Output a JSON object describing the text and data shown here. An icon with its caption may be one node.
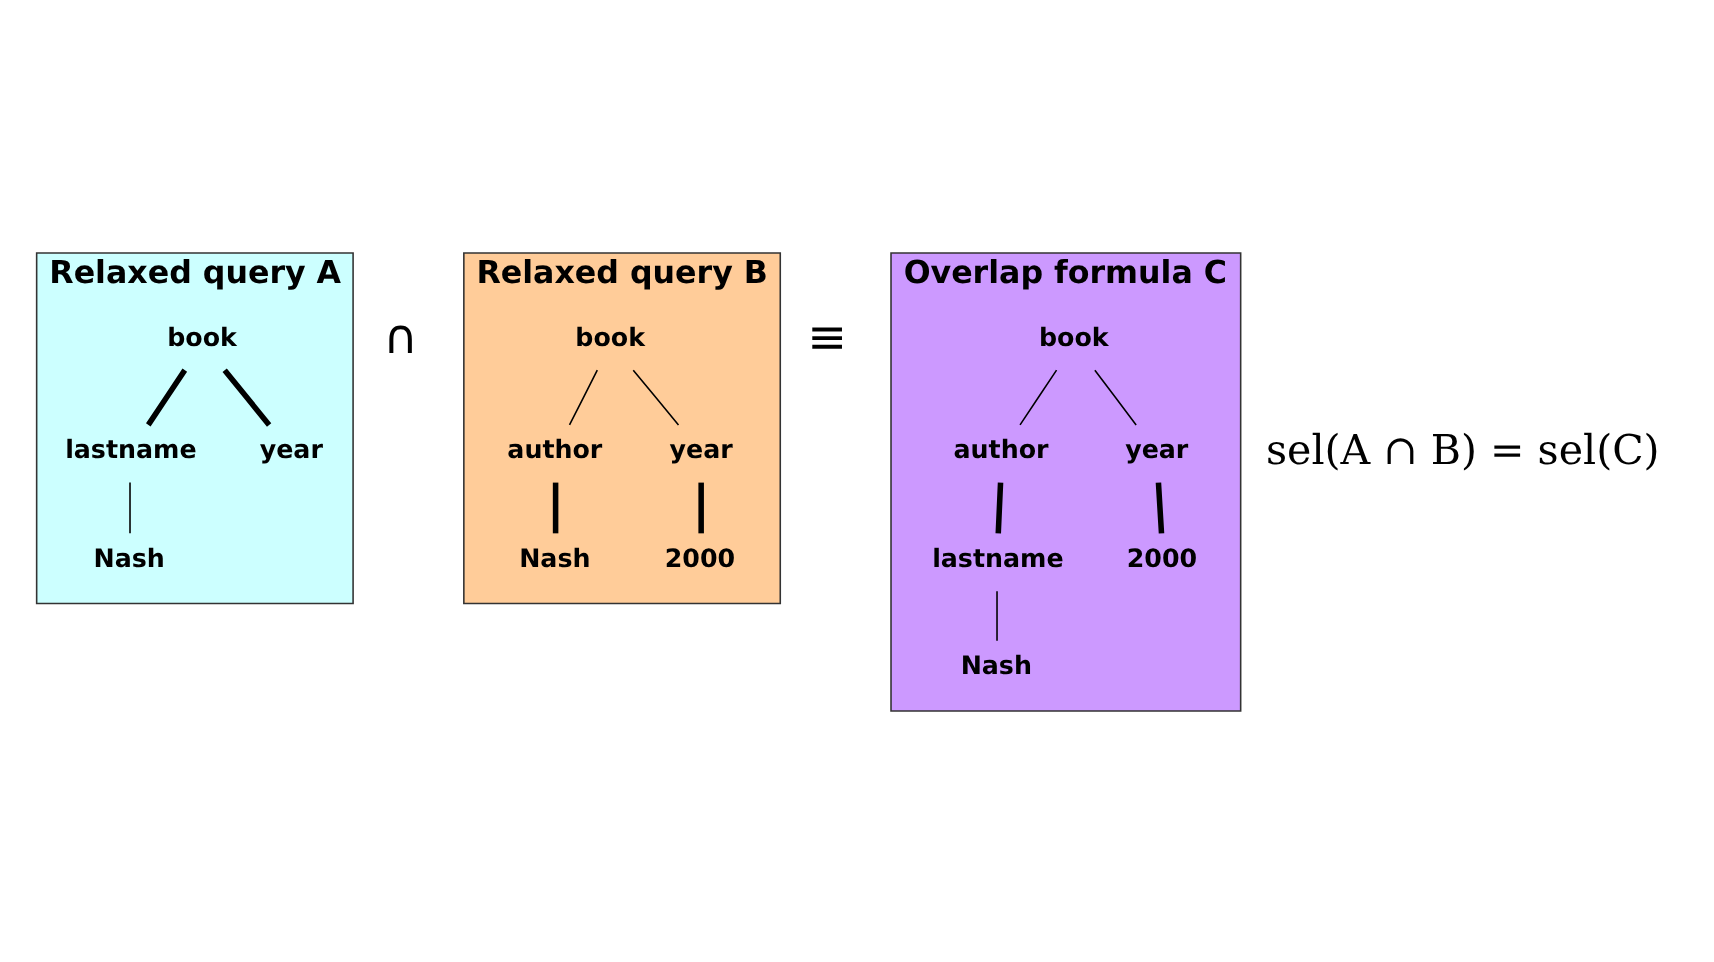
{
  "diagram": {
    "nodes": [
      {
        "text": [
          "Relaxed query A"
        ]
      },
      {
        "text": [
          "book"
        ],
        "in": 0
      },
      {
        "text": [
          "lastname"
        ],
        "in": 0
      },
      {
        "text": [
          "year"
        ],
        "in": 0
      },
      {
        "text": [
          "Nash"
        ],
        "in": 0
      },
      {
        "text": [
          "Relaxed query B"
        ]
      },
      {
        "text": [
          "book"
        ],
        "in": 5
      },
      {
        "text": [
          "author"
        ],
        "in": 5
      },
      {
        "text": [
          "year"
        ],
        "in": 5
      },
      {
        "text": [
          "Nash"
        ],
        "in": 5
      },
      {
        "text": [
          "2000"
        ],
        "in": 5
      },
      {
        "text": [
          "Overlap formula C"
        ]
      },
      {
        "text": [
          "book"
        ],
        "in": 11
      },
      {
        "text": [
          "author"
        ],
        "in": 11
      },
      {
        "text": [
          "year"
        ],
        "in": 11
      },
      {
        "text": [
          "lastname"
        ],
        "in": 11
      },
      {
        "text": [
          "2000"
        ],
        "in": 11
      },
      {
        "text": [
          "Nash"
        ],
        "in": 11
      }
    ],
    "edges": [
      {
        "from": 1,
        "to": 2,
        "arrow": "none",
        "style": "thick"
      },
      {
        "from": 1,
        "to": 3,
        "arrow": "none",
        "style": "thick"
      },
      {
        "from": 2,
        "to": 4,
        "arrow": "none"
      },
      {
        "from": 6,
        "to": 7,
        "arrow": "none"
      },
      {
        "from": 6,
        "to": 8,
        "arrow": "none"
      },
      {
        "from": 7,
        "to": 9,
        "arrow": "none",
        "style": "thick"
      },
      {
        "from": 8,
        "to": 10,
        "arrow": "none",
        "style": "thick"
      },
      {
        "from": 12,
        "to": 13,
        "arrow": "none"
      },
      {
        "from": 12,
        "to": 14,
        "arrow": "none"
      },
      {
        "from": 13,
        "to": 15,
        "arrow": "none",
        "style": "thick"
      },
      {
        "from": 14,
        "to": 16,
        "arrow": "none",
        "style": "thick"
      },
      {
        "from": 15,
        "to": 17,
        "arrow": "none"
      }
    ],
    "labels": [
      "∩",
      "≡",
      "sel(A ∩ B) = sel(C)"
    ]
  }
}
